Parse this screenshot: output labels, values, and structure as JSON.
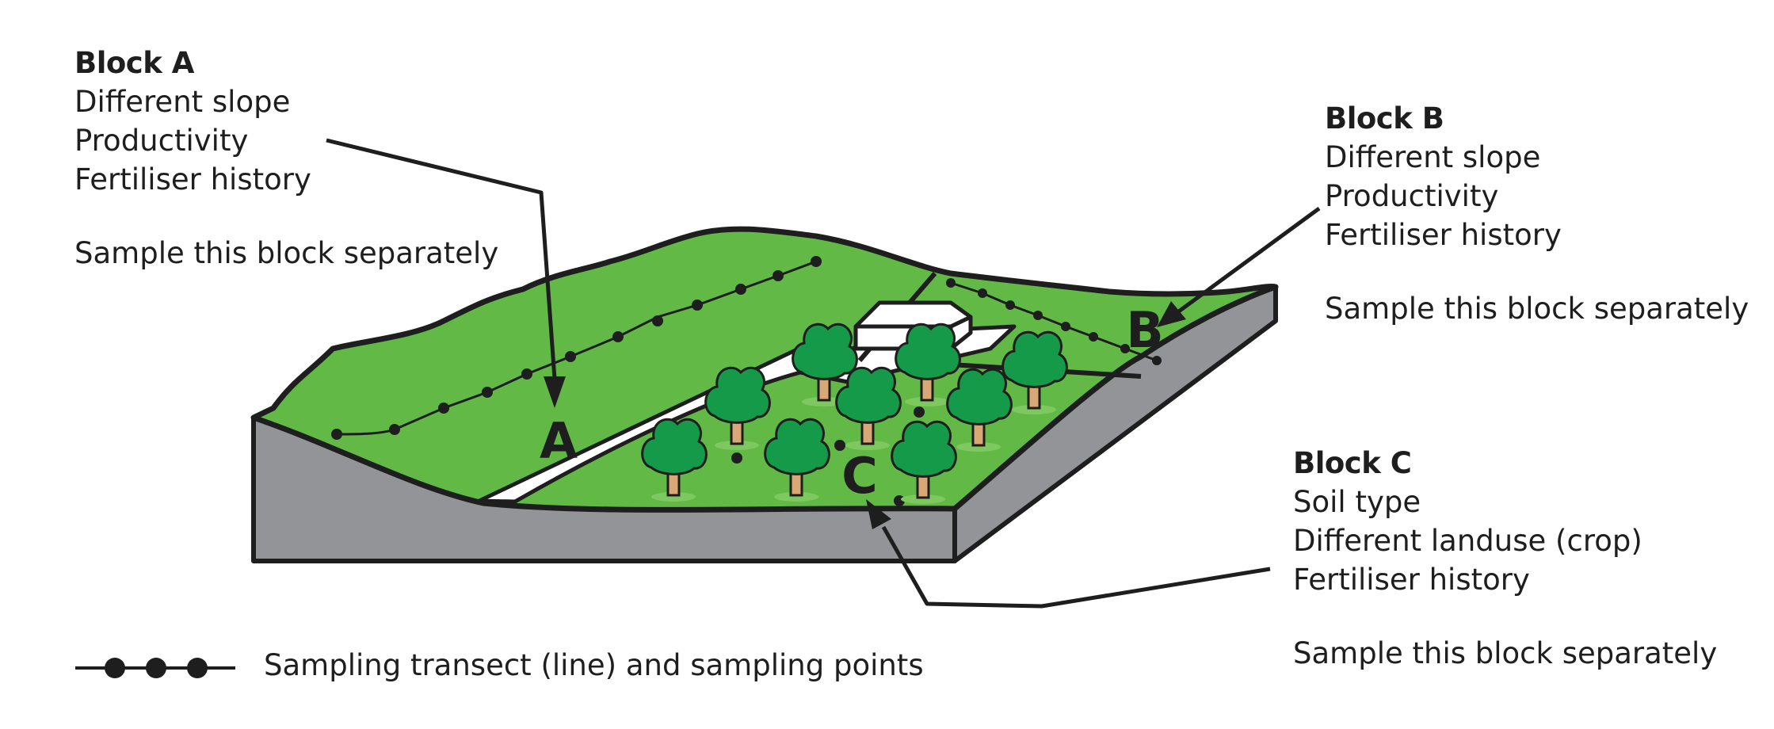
{
  "block_a": {
    "title": "Block A",
    "lines": [
      "Different slope",
      "Productivity",
      "Fertiliser history"
    ],
    "note": "Sample this block separately",
    "marker": "A"
  },
  "block_b": {
    "title": "Block B",
    "lines": [
      "Different slope",
      "Productivity",
      "Fertiliser history"
    ],
    "note": "Sample this block separately",
    "marker": "B"
  },
  "block_c": {
    "title": "Block C",
    "lines": [
      "Soil type",
      "Different landuse (crop)",
      "Fertiliser history"
    ],
    "note": "Sample this block separately",
    "marker": "C"
  },
  "legend": {
    "label": "Sampling transect (line) and sampling points",
    "icon": "transect-line-icon"
  },
  "colors": {
    "grass": "#62b946",
    "grass_light": "#7dc95f",
    "soil_side": "#939497",
    "tree": "#159a4a",
    "trunk": "#d8a877",
    "outline": "#1e1e1e",
    "track": "#ffffff"
  }
}
